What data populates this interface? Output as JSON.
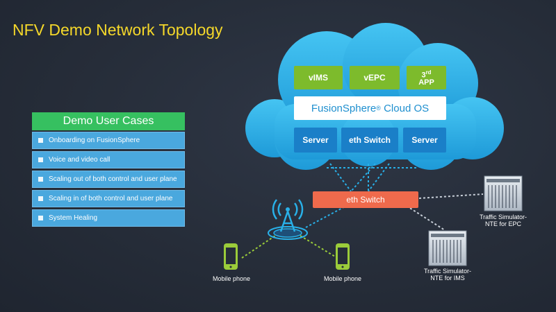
{
  "title": "NFV Demo Network Topology",
  "use_cases": {
    "header": "Demo User Cases",
    "items": [
      "Onboarding on FusionSphere",
      "Voice and video call",
      "Scaling out of both control and user plane",
      "Scaling in of both control and user plane",
      "System Healing"
    ]
  },
  "cloud": {
    "apps": [
      "vIMS",
      "vEPC"
    ],
    "app3_sup": "rd",
    "app3_num": "3",
    "app3_text": "APP",
    "os_name": "FusionSphere",
    "os_reg": "®",
    "os_suffix": " Cloud OS",
    "hardware": [
      "Server",
      "eth Switch",
      "Server"
    ]
  },
  "eth_switch": "eth Switch",
  "phones": [
    "Mobile phone",
    "Mobile phone"
  ],
  "simulators": {
    "epc": [
      "Traffic Simulator-",
      "NTE for EPC"
    ],
    "ims": [
      "Traffic Simulator-",
      "NTE for IMS"
    ]
  },
  "colors": {
    "title": "#f5d82a",
    "cloud": "#29b0e8",
    "app": "#7dbb2c",
    "server": "#1a7fc8",
    "switch": "#ef6a4c",
    "header": "#36c060",
    "case_item": "#4aa8de"
  }
}
